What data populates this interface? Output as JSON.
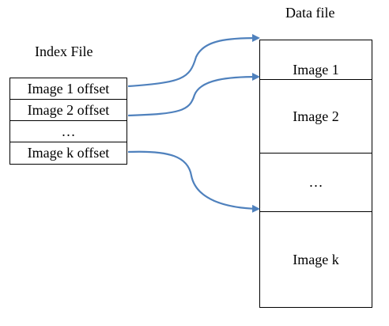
{
  "index_file": {
    "title": "Index File",
    "rows": [
      "Image 1 offset",
      "Image 2 offset",
      "…",
      "Image k offset"
    ]
  },
  "data_file": {
    "title": "Data file",
    "rows": [
      "Image 1",
      "Image 2",
      "…",
      "Image k"
    ]
  },
  "colors": {
    "arrow": "#4f81bd",
    "border": "#000000"
  }
}
